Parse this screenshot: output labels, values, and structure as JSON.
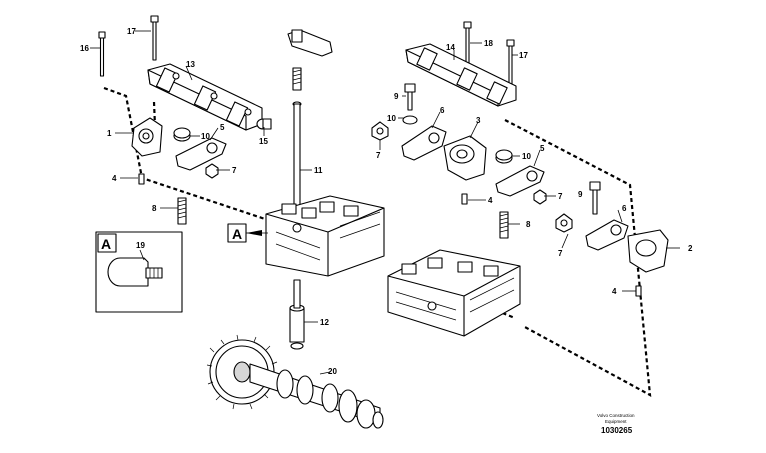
{
  "diagram": {
    "callouts": {
      "c1": "1",
      "c2": "2",
      "c3": "3",
      "c4a": "4",
      "c4b": "4",
      "c4c": "4",
      "c5a": "5",
      "c5b": "5",
      "c6a": "6",
      "c6b": "6",
      "c7a": "7",
      "c7b": "7",
      "c7c": "7",
      "c7d": "7",
      "c8a": "8",
      "c8b": "8",
      "c9a": "9",
      "c9b": "9",
      "c10a": "10",
      "c10b": "10",
      "c10c": "10",
      "c11": "11",
      "c12": "12",
      "c13": "13",
      "c14": "14",
      "c15": "15",
      "c16": "16",
      "c17a": "17",
      "c17b": "17",
      "c18": "18",
      "c19": "19",
      "c20": "20"
    },
    "detail_view_label": "A",
    "section_marker_label": "A"
  },
  "footer": {
    "brand_line1": "Volvo Construction",
    "brand_line2": "Equipment",
    "drawing_number": "1030265"
  }
}
